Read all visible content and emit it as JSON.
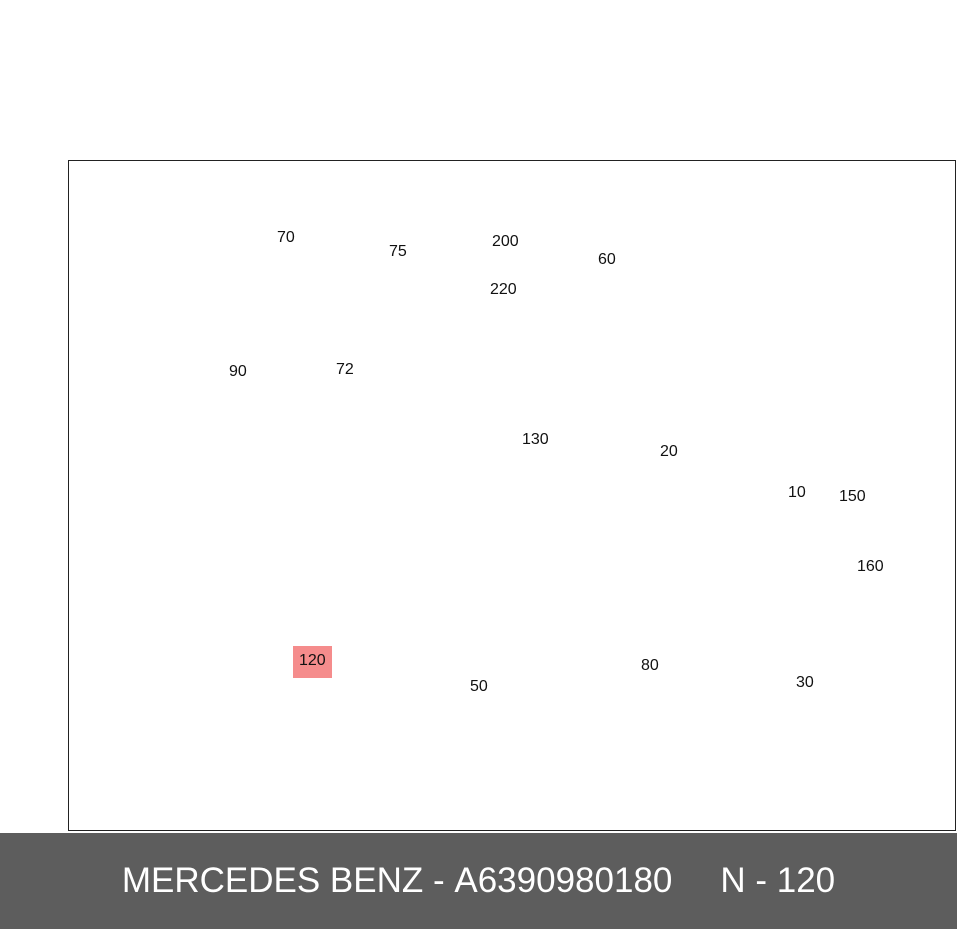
{
  "diagram": {
    "callouts": [
      {
        "id": "70",
        "label": "70"
      },
      {
        "id": "75",
        "label": "75"
      },
      {
        "id": "200",
        "label": "200"
      },
      {
        "id": "220",
        "label": "220"
      },
      {
        "id": "60",
        "label": "60"
      },
      {
        "id": "72",
        "label": "72"
      },
      {
        "id": "90",
        "label": "90"
      },
      {
        "id": "130",
        "label": "130"
      },
      {
        "id": "20",
        "label": "20"
      },
      {
        "id": "10",
        "label": "10"
      },
      {
        "id": "150",
        "label": "150"
      },
      {
        "id": "160",
        "label": "160"
      },
      {
        "id": "120",
        "label": "120"
      },
      {
        "id": "50",
        "label": "50"
      },
      {
        "id": "80",
        "label": "80"
      },
      {
        "id": "30",
        "label": "30"
      }
    ],
    "highlight_color": "#f58c8c"
  },
  "footer": {
    "brand": "MERCEDES BENZ",
    "separator": " - ",
    "part_number": "A6390980180",
    "position": "N - 120",
    "background": "#5d5d5d"
  }
}
